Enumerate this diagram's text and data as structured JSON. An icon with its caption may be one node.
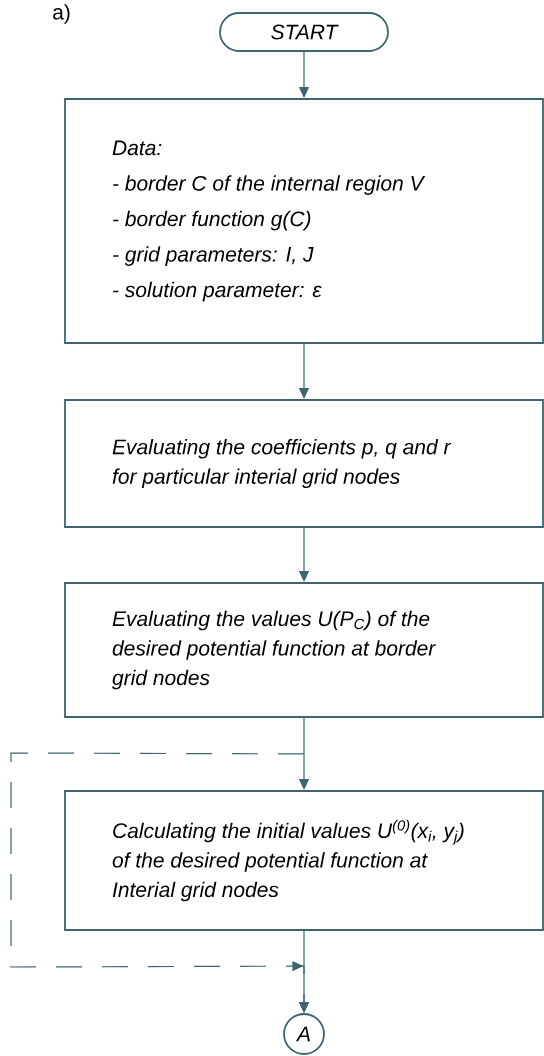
{
  "diagram": {
    "nodes": [
      {
        "text": [
          "START"
        ]
      },
      {
        "text": [
          "Data:",
          "- border C of the internal region V",
          "- border function g(C)",
          "- grid parameters: I, J",
          "- solution parameter: ε"
        ]
      },
      {
        "text": [
          "Evaluating the coefficients p, q and r for particular interial grid nodes"
        ]
      },
      {
        "text": [
          "Evaluating the values U(P$_{C}$) of the desired potential function at border grid nodes"
        ]
      },
      {
        "text": [
          "Calculating the initial values U$^{(0)}$(x$_{i}$, y$_{j}$) of the desired potential function at Interial grid nodes"
        ]
      },
      {
        "text": [
          "A"
        ]
      }
    ],
    "edges": [
      {
        "from": 0,
        "to": 1,
        "arrow": "to"
      },
      {
        "from": 1,
        "to": 2,
        "arrow": "to"
      },
      {
        "from": 2,
        "to": 3,
        "arrow": "to"
      },
      {
        "from": 3,
        "to": 4,
        "arrow": "to"
      },
      {
        "from": 4,
        "to": 5,
        "arrow": "to"
      },
      {
        "from": 3,
        "to": 5,
        "arrow": "to",
        "style": "dashed"
      }
    ],
    "labels": [
      "a)"
    ]
  }
}
